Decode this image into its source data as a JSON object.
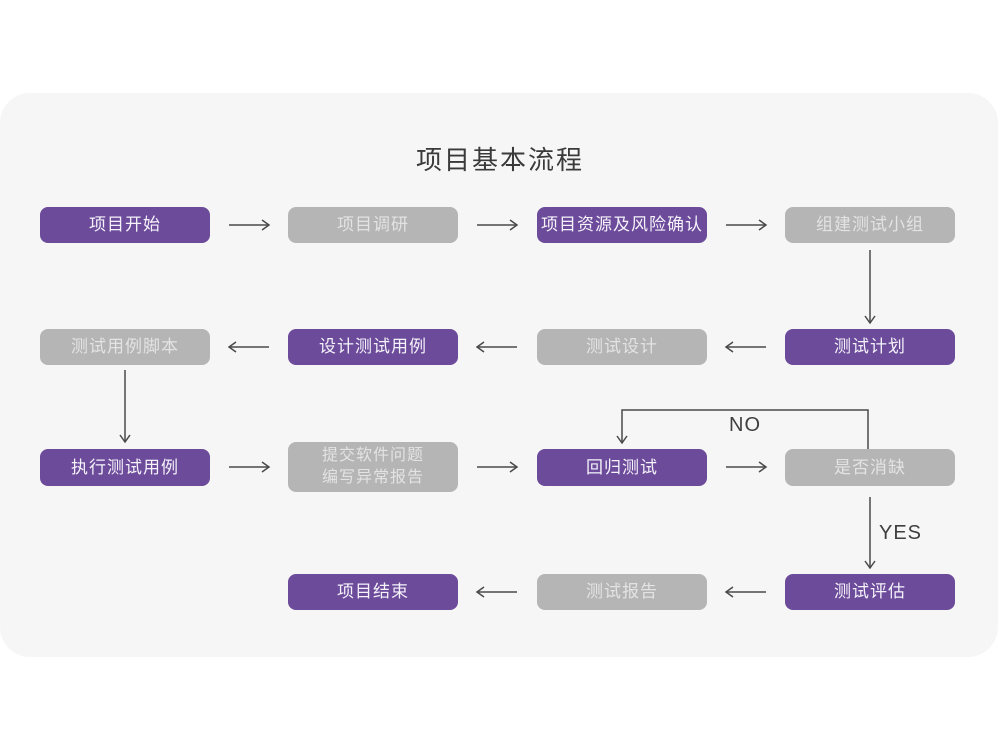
{
  "title": "项目基本流程",
  "nodes": {
    "project_start": {
      "label": "项目开始",
      "variant": "purple"
    },
    "project_research": {
      "label": "项目调研",
      "variant": "gray"
    },
    "resource_risk": {
      "label": "项目资源及风险确认",
      "variant": "purple"
    },
    "build_team": {
      "label": "组建测试小组",
      "variant": "gray"
    },
    "test_plan": {
      "label": "测试计划",
      "variant": "purple"
    },
    "test_design": {
      "label": "测试设计",
      "variant": "gray"
    },
    "design_cases": {
      "label": "设计测试用例",
      "variant": "purple"
    },
    "case_script": {
      "label": "测试用例脚本",
      "variant": "gray"
    },
    "execute_cases": {
      "label": "执行测试用例",
      "variant": "purple"
    },
    "submit_issue": {
      "label_line1": "提交软件问题",
      "label_line2": "编写异常报告",
      "variant": "gray"
    },
    "regression_test": {
      "label": "回归测试",
      "variant": "purple"
    },
    "defect_cleared": {
      "label": "是否消缺",
      "variant": "gray"
    },
    "test_evaluate": {
      "label": "测试评估",
      "variant": "purple"
    },
    "test_report": {
      "label": "测试报告",
      "variant": "gray"
    },
    "project_end": {
      "label": "项目结束",
      "variant": "purple"
    }
  },
  "edge_labels": {
    "no": "NO",
    "yes": "YES"
  },
  "colors": {
    "purple": "#6C4B9B",
    "gray": "#B5B5B5",
    "card_background": "#F6F6F6",
    "arrow": "#4A4A4A"
  }
}
